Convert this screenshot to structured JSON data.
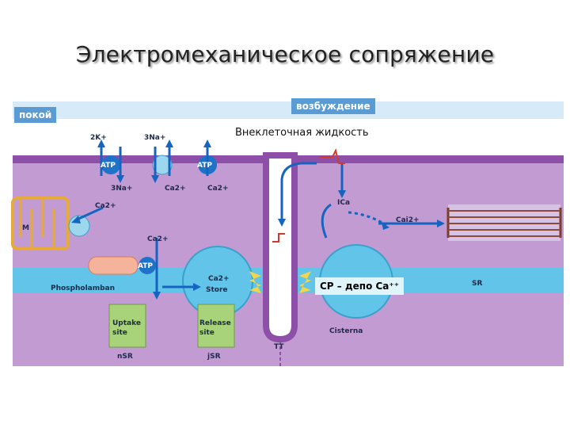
{
  "title": "Электромеханическое сопряжение",
  "tags": {
    "rest": "покой",
    "excitation": "возбуждение"
  },
  "extracellular": "Внеклеточная жидкость",
  "depot": "СР – депо Ca⁺⁺",
  "labels": {
    "k": "2K+",
    "na": "3Na+",
    "na_in": "3Na+",
    "ca_top1": "Ca2+",
    "ca_top2": "Ca2+",
    "ca_mito": "Ca2+",
    "ca_atp": "Ca2+",
    "atp": "ATP",
    "m": "M",
    "phospholamban": "Phospholamban",
    "ca_store": "Ca2+",
    "store": "Store",
    "sr": "SR",
    "uptake": "Uptake",
    "site1": "site",
    "release": "Release",
    "site2": "site",
    "nsr": "nSR",
    "jsr": "jSR",
    "tt": "TT",
    "cisterna": "Cisterna",
    "ica": "ICa",
    "cai": "Cai2+"
  },
  "colors": {
    "cytoplasm": "#c39bd3",
    "membrane": "#8e4fa8",
    "sr": "#61c4e8",
    "arrow": "#1565c0",
    "tag": "#5a9bd3"
  }
}
